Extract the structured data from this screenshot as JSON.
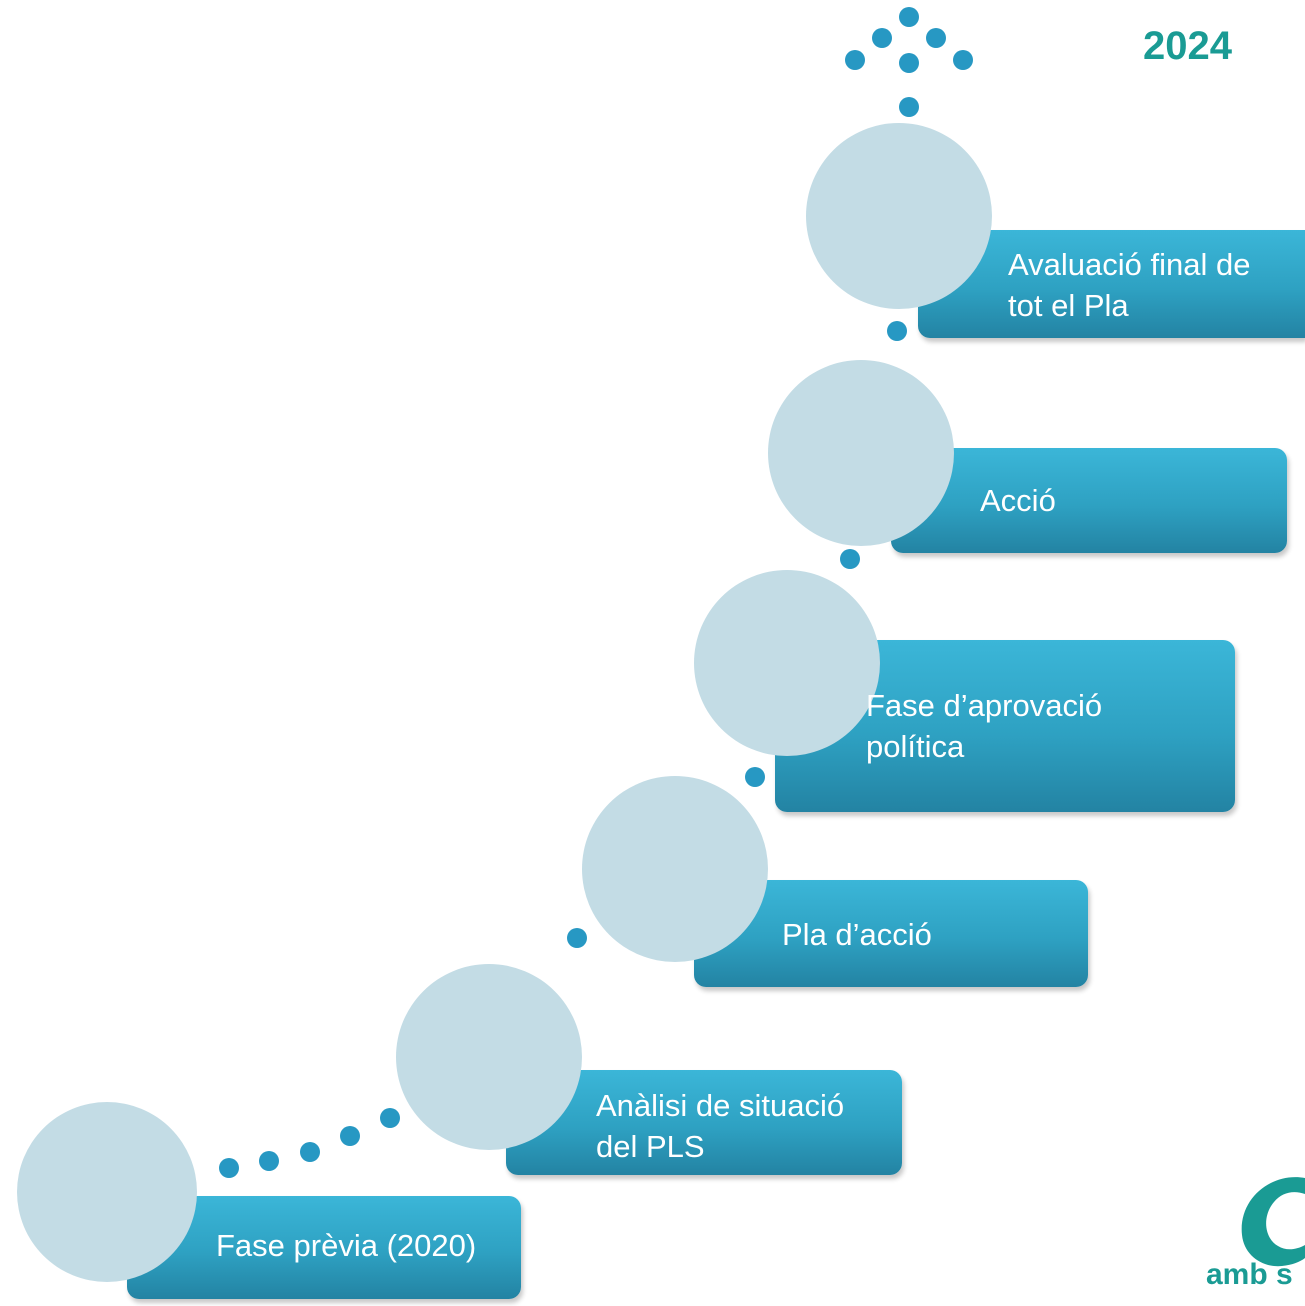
{
  "year_label": "2024",
  "steps": [
    {
      "label_lines": [
        "Fase prèvia (2020)"
      ]
    },
    {
      "label_lines": [
        "Anàlisi de situació",
        "del PLS"
      ]
    },
    {
      "label_lines": [
        "Pla d’acció"
      ]
    },
    {
      "label_lines": [
        "Fase d’aprovació",
        "política"
      ]
    },
    {
      "label_lines": [
        "Acció"
      ]
    },
    {
      "label_lines": [
        "Avaluació final de",
        "tot el Pla"
      ]
    }
  ],
  "logo": {
    "text": "amb s"
  },
  "colors": {
    "box": "#2ea1c2",
    "circle": "#c3dce5",
    "dot": "#2798c3",
    "year": "#1a9b94",
    "logo": "#1a9b94"
  }
}
